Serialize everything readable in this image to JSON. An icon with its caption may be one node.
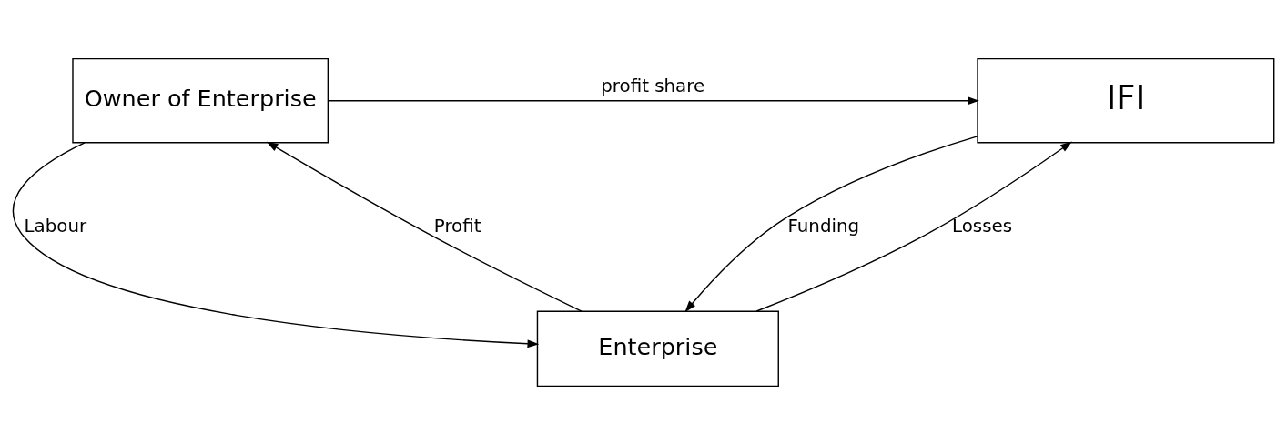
{
  "diagram": {
    "nodes": [
      {
        "text": [
          "IFI"
        ]
      },
      {
        "text": [
          "Owner of Enterprise"
        ]
      },
      {
        "text": [
          "Enterprise"
        ]
      }
    ],
    "edges": [
      {
        "from": 1,
        "to": 0,
        "arrow": "to",
        "label": "profit share"
      },
      {
        "from": 0,
        "to": 2,
        "arrow": "to",
        "label": "Funding"
      },
      {
        "from": 2,
        "to": 0,
        "arrow": "to",
        "label": "Losses"
      },
      {
        "from": 1,
        "to": 2,
        "arrow": "to",
        "label": "Labour"
      },
      {
        "from": 2,
        "to": 1,
        "arrow": "to",
        "label": "Profit"
      }
    ]
  }
}
